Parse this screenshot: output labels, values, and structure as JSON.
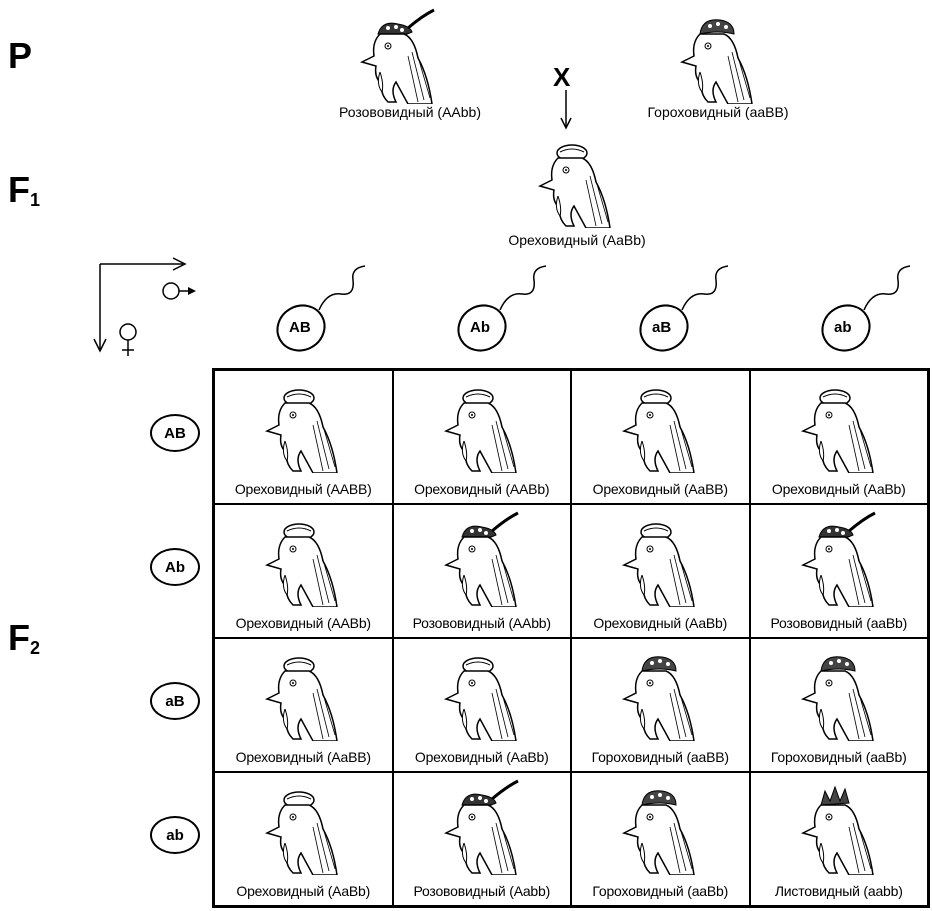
{
  "generations": {
    "p": "P",
    "f1_letter": "F",
    "f1_sub": "1",
    "f2_letter": "F",
    "f2_sub": "2"
  },
  "cross_symbol": "X",
  "parents": [
    {
      "caption": "Розововидный (AAbb)",
      "comb": "rose"
    },
    {
      "caption": "Гороховидный (aaBB)",
      "comb": "pea"
    }
  ],
  "f1": {
    "caption": "Ореховидный (AaBb)",
    "comb": "walnut"
  },
  "legend": {
    "male_icon": "male-symbol",
    "female_icon": "female-symbol"
  },
  "male_gametes": [
    "AB",
    "Ab",
    "aB",
    "ab"
  ],
  "female_gametes": [
    "AB",
    "Ab",
    "aB",
    "ab"
  ],
  "grid": [
    [
      {
        "label": "Ореховидный (AABB)",
        "comb": "walnut"
      },
      {
        "label": "Ореховидный (AABb)",
        "comb": "walnut"
      },
      {
        "label": "Ореховидный (AaBB)",
        "comb": "walnut"
      },
      {
        "label": "Ореховидный (AaBb)",
        "comb": "walnut"
      }
    ],
    [
      {
        "label": "Ореховидный (AABb)",
        "comb": "walnut"
      },
      {
        "label": "Розововидный (AAbb)",
        "comb": "rose"
      },
      {
        "label": "Ореховидный (AaBb)",
        "comb": "walnut"
      },
      {
        "label": "Розововидный (aaBb)",
        "comb": "rose"
      }
    ],
    [
      {
        "label": "Ореховидный (AaBB)",
        "comb": "walnut"
      },
      {
        "label": "Ореховидный (AaBb)",
        "comb": "walnut"
      },
      {
        "label": "Гороховидный (aaBB)",
        "comb": "pea"
      },
      {
        "label": "Гороховидный (aaBb)",
        "comb": "pea"
      }
    ],
    [
      {
        "label": "Ореховидный (AaBb)",
        "comb": "walnut"
      },
      {
        "label": "Розововидный (Aabb)",
        "comb": "rose"
      },
      {
        "label": "Гороховидный (aaBb)",
        "comb": "pea"
      },
      {
        "label": "Листовидный (aabb)",
        "comb": "single"
      }
    ]
  ]
}
